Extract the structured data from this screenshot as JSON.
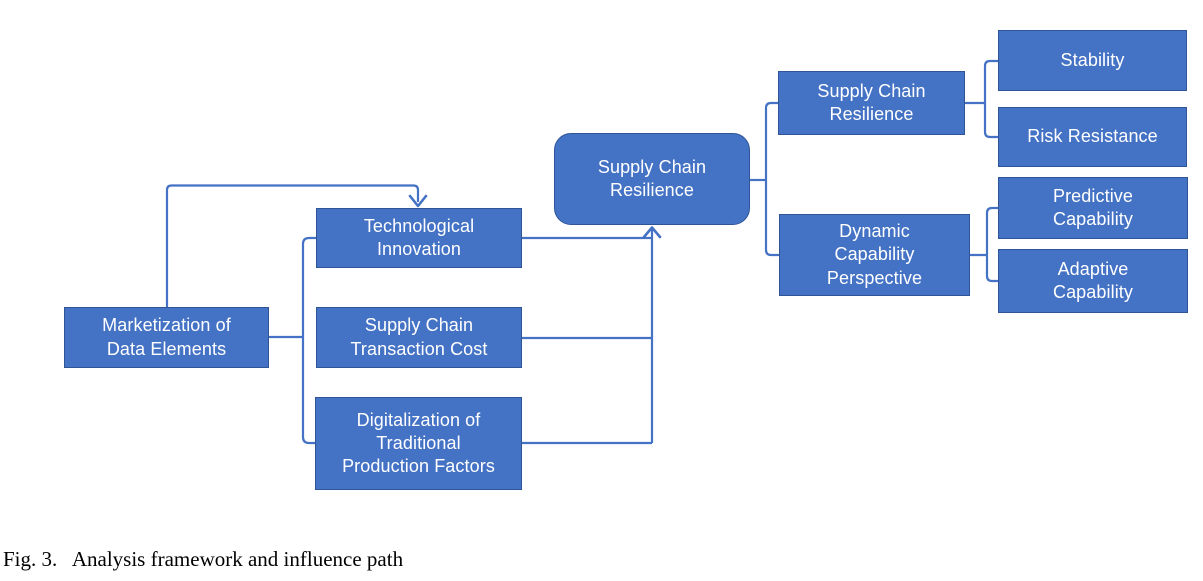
{
  "figure": {
    "caption": "Fig. 3.   Analysis framework and influence path"
  },
  "colors": {
    "node_fill": "#4472C4",
    "node_border": "#2F5597",
    "node_text": "#FFFFFF",
    "connector": "#4472C4",
    "caption_color": "#000000",
    "page_bg": "#FFFFFF"
  },
  "nodes": {
    "marketization": {
      "label": "Marketization of\nData Elements"
    },
    "technological_innovation": {
      "label": "Technological\nInnovation"
    },
    "supply_chain_transaction_cost": {
      "label": "Supply Chain\nTransaction Cost"
    },
    "digitalization": {
      "label": "Digitalization of\nTraditional\nProduction Factors"
    },
    "supply_chain_resilience_center": {
      "label": "Supply Chain\nResilience"
    },
    "supply_chain_resilience_dim": {
      "label": "Supply Chain\nResilience"
    },
    "dynamic_capability": {
      "label": "Dynamic\nCapability\nPerspective"
    },
    "stability": {
      "label": "Stability"
    },
    "risk_resistance": {
      "label": "Risk Resistance"
    },
    "predictive_capability": {
      "label": "Predictive\nCapability"
    },
    "adaptive_capability": {
      "label": "Adaptive\nCapability"
    }
  }
}
